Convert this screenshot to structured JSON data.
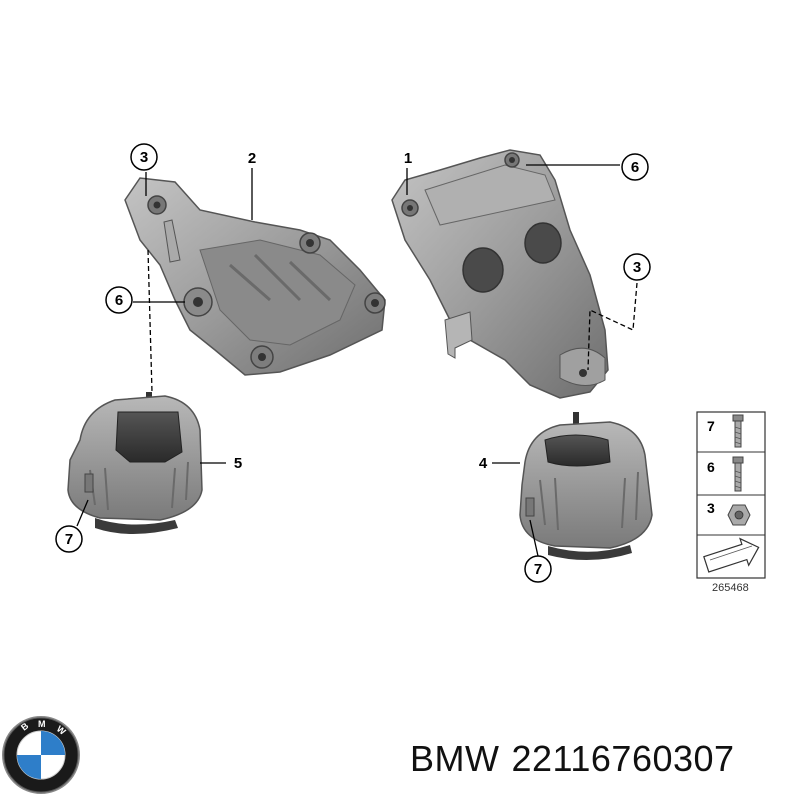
{
  "brand": "BMW",
  "part_number": "22116760307",
  "diagram_ref": "265468",
  "logo_icon": "bmw-roundel-icon",
  "callouts": {
    "c1": "1",
    "c2": "2",
    "c3a": "3",
    "c3b": "3",
    "c4": "4",
    "c5": "5",
    "c6a": "6",
    "c6b": "6",
    "c7a": "7",
    "c7b": "7"
  },
  "legend": {
    "items": [
      "7",
      "6",
      "3"
    ]
  },
  "colors": {
    "part_gray": "#9a9a9a",
    "part_dark": "#5e5e5e",
    "bmw_blue": "#2e7ec9"
  }
}
